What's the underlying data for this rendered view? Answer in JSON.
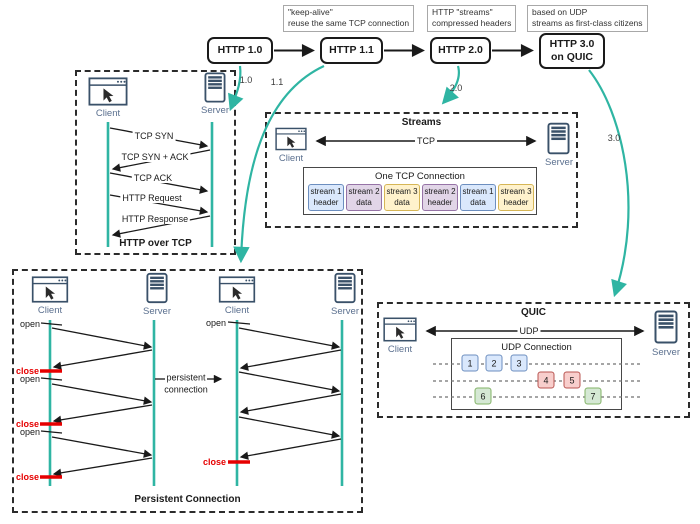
{
  "timeline": {
    "annotations": [
      {
        "line1": "\"keep-alive\"",
        "line2": "reuse the same TCP connection"
      },
      {
        "line1": "HTTP \"streams\"",
        "line2": "compressed headers"
      },
      {
        "line1": "based on UDP",
        "line2": "streams as first-class citizens"
      }
    ],
    "nodes": [
      {
        "label": "HTTP 1.0",
        "callout": "1.0"
      },
      {
        "label": "HTTP 1.1",
        "callout": "1.1"
      },
      {
        "label": "HTTP 2.0",
        "callout": "2.0"
      },
      {
        "label": "HTTP 3.0 on QUIC",
        "callout": "3.0"
      }
    ]
  },
  "icons": {
    "client_label": "Client",
    "server_label": "Server"
  },
  "http_over_tcp": {
    "title": "HTTP over TCP",
    "messages": [
      "TCP SYN",
      "TCP SYN + ACK",
      "TCP ACK",
      "HTTP Request",
      "HTTP Response"
    ]
  },
  "streams": {
    "title": "Streams",
    "transport_label": "TCP",
    "connection_title": "One TCP Connection",
    "chips": [
      {
        "line1": "stream 1",
        "line2": "header",
        "color": "blue"
      },
      {
        "line1": "stream 2",
        "line2": "data",
        "color": "purple"
      },
      {
        "line1": "stream 3",
        "line2": "data",
        "color": "yellow"
      },
      {
        "line1": "stream 2",
        "line2": "header",
        "color": "purple"
      },
      {
        "line1": "stream 1",
        "line2": "data",
        "color": "blue"
      },
      {
        "line1": "stream 3",
        "line2": "header",
        "color": "yellow"
      }
    ]
  },
  "persistent": {
    "title": "Persistent Connection",
    "open_label": "open",
    "close_label": "close",
    "transition_line1": "persistent",
    "transition_line2": "connection"
  },
  "quic": {
    "title": "QUIC",
    "transport_label": "UDP",
    "connection_title": "UDP Connection",
    "packets": [
      {
        "label": "1",
        "color": "blue"
      },
      {
        "label": "2",
        "color": "blue"
      },
      {
        "label": "3",
        "color": "blue"
      },
      {
        "label": "4",
        "color": "red"
      },
      {
        "label": "5",
        "color": "red"
      },
      {
        "label": "6",
        "color": "green"
      },
      {
        "label": "7",
        "color": "green"
      }
    ]
  },
  "colors": {
    "teal_connector": "#2fb5a3",
    "icon_navy": "#3a5169",
    "close_red": "#e60000",
    "blue_fill": "#dae8fc",
    "blue_border": "#6c8ebf",
    "purple_fill": "#e1d5e7",
    "purple_border": "#9673a6",
    "yellow_fill": "#fff2cc",
    "yellow_border": "#d6b656",
    "red_fill": "#f8cecc",
    "red_border": "#b85450",
    "green_fill": "#d5e8d4",
    "green_border": "#82b366"
  }
}
